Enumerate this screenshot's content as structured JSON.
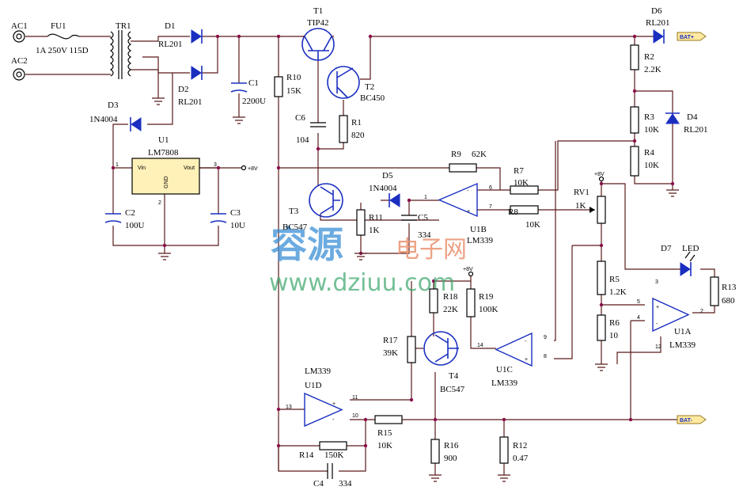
{
  "labels": {
    "ac1": "AC1",
    "ac2": "AC2",
    "fu1": "FU1",
    "fu1_val": "1A 250V 115D",
    "tr1": "TR1",
    "d1": "D1",
    "d1_val": "RL201",
    "d2": "D2",
    "d2_val": "RL201",
    "d3": "D3",
    "d3_val": "1N4004",
    "u1": "U1",
    "u1_val": "LM7808",
    "u1_vin": "Vin",
    "u1_vout": "Vout",
    "u1_gnd": "GND",
    "u1_p1": "1",
    "u1_p2": "2",
    "u1_p3": "3",
    "plus8v_a": "+8V",
    "c1": "C1",
    "c1_val": "2200U",
    "c2": "C2",
    "c2_val": "100U",
    "c3": "C3",
    "c3_val": "10U",
    "r10": "R10",
    "r10_val": "15K",
    "t1": "T1",
    "t1_val": "TIP42",
    "t2": "T2",
    "t2_val": "BC450",
    "c6": "C6",
    "c6_val": "104",
    "r1": "R1",
    "r1_val": "820",
    "d6": "D6",
    "d6_val": "RL201",
    "bat_plus": "BAT+",
    "bat_minus": "BAT-",
    "r2": "R2",
    "r2_val": "2.2K",
    "r3": "R3",
    "r3_val": "10K",
    "d4": "D4",
    "d4_val": "RL201",
    "r4": "R4",
    "r4_val": "10K",
    "r9": "R9",
    "r9_val": "62K",
    "r7": "R7",
    "r7_val": "10K",
    "d5": "D5",
    "d5_val": "1N4004",
    "plus8v_b": "+8V",
    "rv1": "RV1",
    "rv1_val": "1K",
    "t3": "T3",
    "t3_val": "BC547",
    "r11": "R11",
    "r11_val": "1K",
    "c5": "C5",
    "c5_val": "334",
    "u1b": "U1B",
    "u1b_val": "LM339",
    "r8": "R8",
    "r8_val": "10K",
    "pin1": "1",
    "pin6": "6",
    "pin7": "7",
    "d7": "D7",
    "d7_val": "LED",
    "r13": "R13",
    "r13_val": "680",
    "r5": "R5",
    "r5_val": "1.2K",
    "r6": "R6",
    "r6_val": "10",
    "u1a": "U1A",
    "u1a_val": "LM339",
    "pin3": "3",
    "pin5": "5",
    "pin4": "4",
    "pin2": "2",
    "pin12": "12",
    "plus8v_c": "+8V",
    "r18": "R18",
    "r18_val": "22K",
    "r19": "R19",
    "r19_val": "100K",
    "r17": "R17",
    "r17_val": "39K",
    "t4": "T4",
    "t4_val": "BC547",
    "u1c": "U1C",
    "u1c_val": "LM339",
    "pin14": "14",
    "pin9": "9",
    "pin8": "8",
    "u1d_val": "LM339",
    "u1d": "U1D",
    "pin11": "11",
    "pin13": "13",
    "pin10": "10",
    "r15": "R15",
    "r15_val": "10K",
    "r16": "R16",
    "r16_val": "900",
    "r12": "R12",
    "r12_val": "0.47",
    "r14": "R14",
    "r14_val": "150K",
    "c4": "C4",
    "c4_val": "334"
  },
  "watermark": {
    "brand": "容源",
    "brand_sub": "电子网",
    "url": "www.dziuu.com"
  },
  "colors": {
    "wire": "#5a1a1a",
    "component": "#1a2fc0",
    "junction": "#8a0f4a",
    "regulator_fill": "#fff1b8"
  }
}
